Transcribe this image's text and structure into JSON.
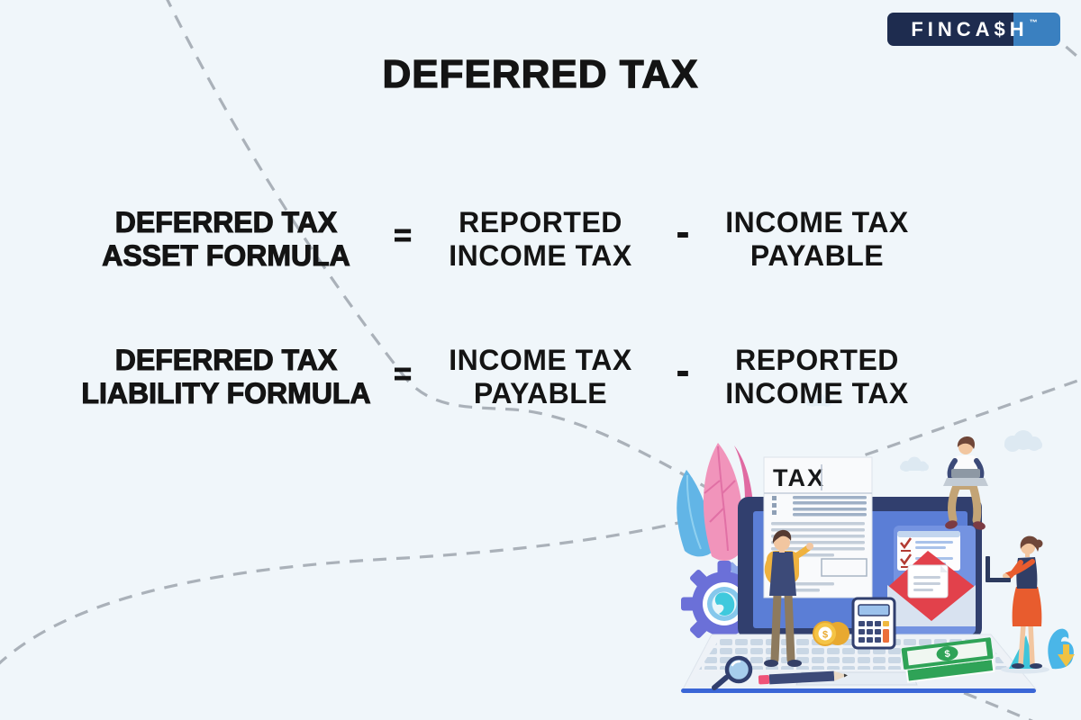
{
  "logo": {
    "text": "FINCA$H",
    "tm": "™",
    "navy": "#1e2c4f",
    "blue": "#3a80c0"
  },
  "title": "DEFERRED TAX",
  "formulas": [
    {
      "label_line1": "DEFERRED TAX",
      "label_line2": "ASSET FORMULA",
      "equals": "=",
      "term1_line1": "REPORTED",
      "term1_line2": "INCOME TAX",
      "minus": "-",
      "term2_line1": "INCOME TAX",
      "term2_line2": "PAYABLE"
    },
    {
      "label_line1": "DEFERRED TAX",
      "label_line2": "LIABILITY FORMULA",
      "equals": "=",
      "term1_line1": "INCOME TAX",
      "term1_line2": "PAYABLE",
      "minus": "-",
      "term2_line1": "REPORTED",
      "term2_line2": "INCOME TAX"
    }
  ],
  "illustration": {
    "document_title": "TAX",
    "coin_symbol": "$",
    "money_symbol": "$",
    "colors": {
      "background": "#f0f6fa",
      "text": "#141414",
      "dashed_line": "#aab1b9",
      "screen_blue": "#5b7ed6",
      "bezel_navy": "#313f6e",
      "panel_blue": "#7493e1",
      "envelope_red": "#e2414b",
      "gear_purple": "#6b70d8",
      "globe_teal": "#3fc9dd",
      "leaf_pink": "#f194bb",
      "leaf_blue": "#62b5e6",
      "coin_gold": "#f5c445",
      "money_green": "#2fa357",
      "calc_orange": "#ec6f3a",
      "calc_yellow": "#f0b93f",
      "shirt_yellow": "#efb23f",
      "skirt_orange": "#e85c2e",
      "base_blue": "#3a66d6"
    }
  }
}
